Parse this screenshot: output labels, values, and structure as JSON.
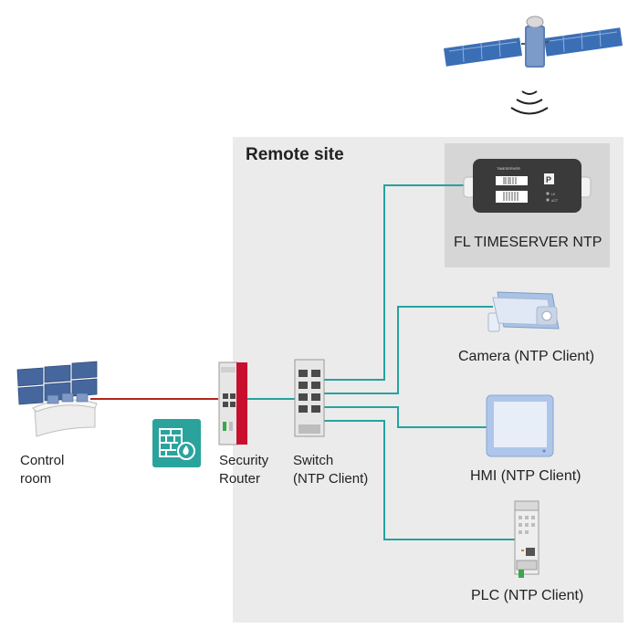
{
  "remote_site": {
    "title": "Remote site"
  },
  "timeserver": {
    "label": "FL TIMESERVER NTP",
    "device_text": "TIMESERVER",
    "led_labels": [
      "LK",
      "ACT"
    ]
  },
  "camera": {
    "label": "Camera (NTP Client)"
  },
  "hmi": {
    "label": "HMI (NTP Client)"
  },
  "plc": {
    "label": "PLC (NTP Client)"
  },
  "control_room": {
    "label_line1": "Control",
    "label_line2": "room"
  },
  "security_router": {
    "label_line1": "Security",
    "label_line2": "Router"
  },
  "switch": {
    "label_line1": "Switch",
    "label_line2": "(NTP Client)"
  },
  "icons": {
    "satellite": "satellite-icon",
    "signal": "signal-waves-icon",
    "firewall": "firewall-icon"
  },
  "colors": {
    "remote_site_bg": "#ebebeb",
    "timeserver_panel_bg": "#d6d6d6",
    "network_line": "#25a3a0",
    "control_line": "#b3261e",
    "firewall_badge": "#2aa39d",
    "router_red": "#c8102e"
  }
}
